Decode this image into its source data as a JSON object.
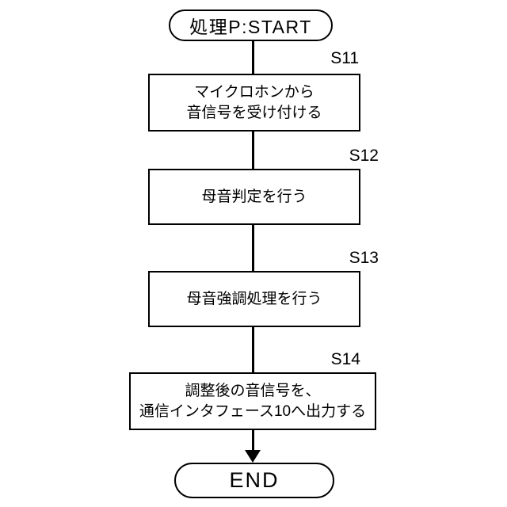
{
  "flowchart": {
    "title": "処理P flowchart",
    "start": {
      "label": "処理P:START"
    },
    "end": {
      "label": "END"
    },
    "steps": [
      {
        "id": "S11",
        "lines": [
          "マイクロホンから",
          "音信号を受け付ける"
        ]
      },
      {
        "id": "S12",
        "lines": [
          "母音判定を行う"
        ]
      },
      {
        "id": "S13",
        "lines": [
          "母音強調処理を行う"
        ]
      },
      {
        "id": "S14",
        "lines": [
          "調整後の音信号を、",
          "通信インタフェース10へ出力する"
        ]
      }
    ],
    "colors": {
      "ink": "#000000",
      "background": "#ffffff",
      "node_fill": "#ffffff"
    }
  }
}
